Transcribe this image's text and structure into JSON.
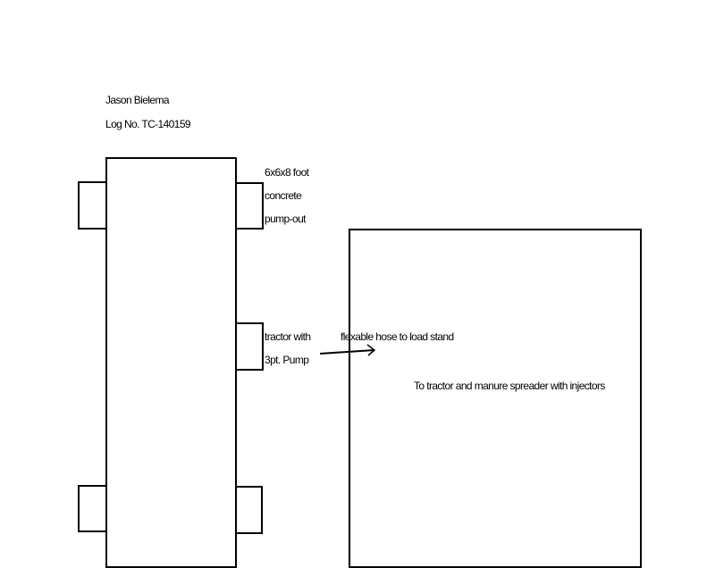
{
  "header": {
    "name": "Jason Bielema",
    "log_number": "Log No. TC-140159"
  },
  "labels": {
    "pump_out": [
      "6x6x8 foot",
      "concrete",
      "pump-out"
    ],
    "tractor": [
      "tractor with",
      "3pt. Pump"
    ],
    "hose": "flexable hose to load stand",
    "destination": "To tractor and manure spreader with injectors"
  }
}
